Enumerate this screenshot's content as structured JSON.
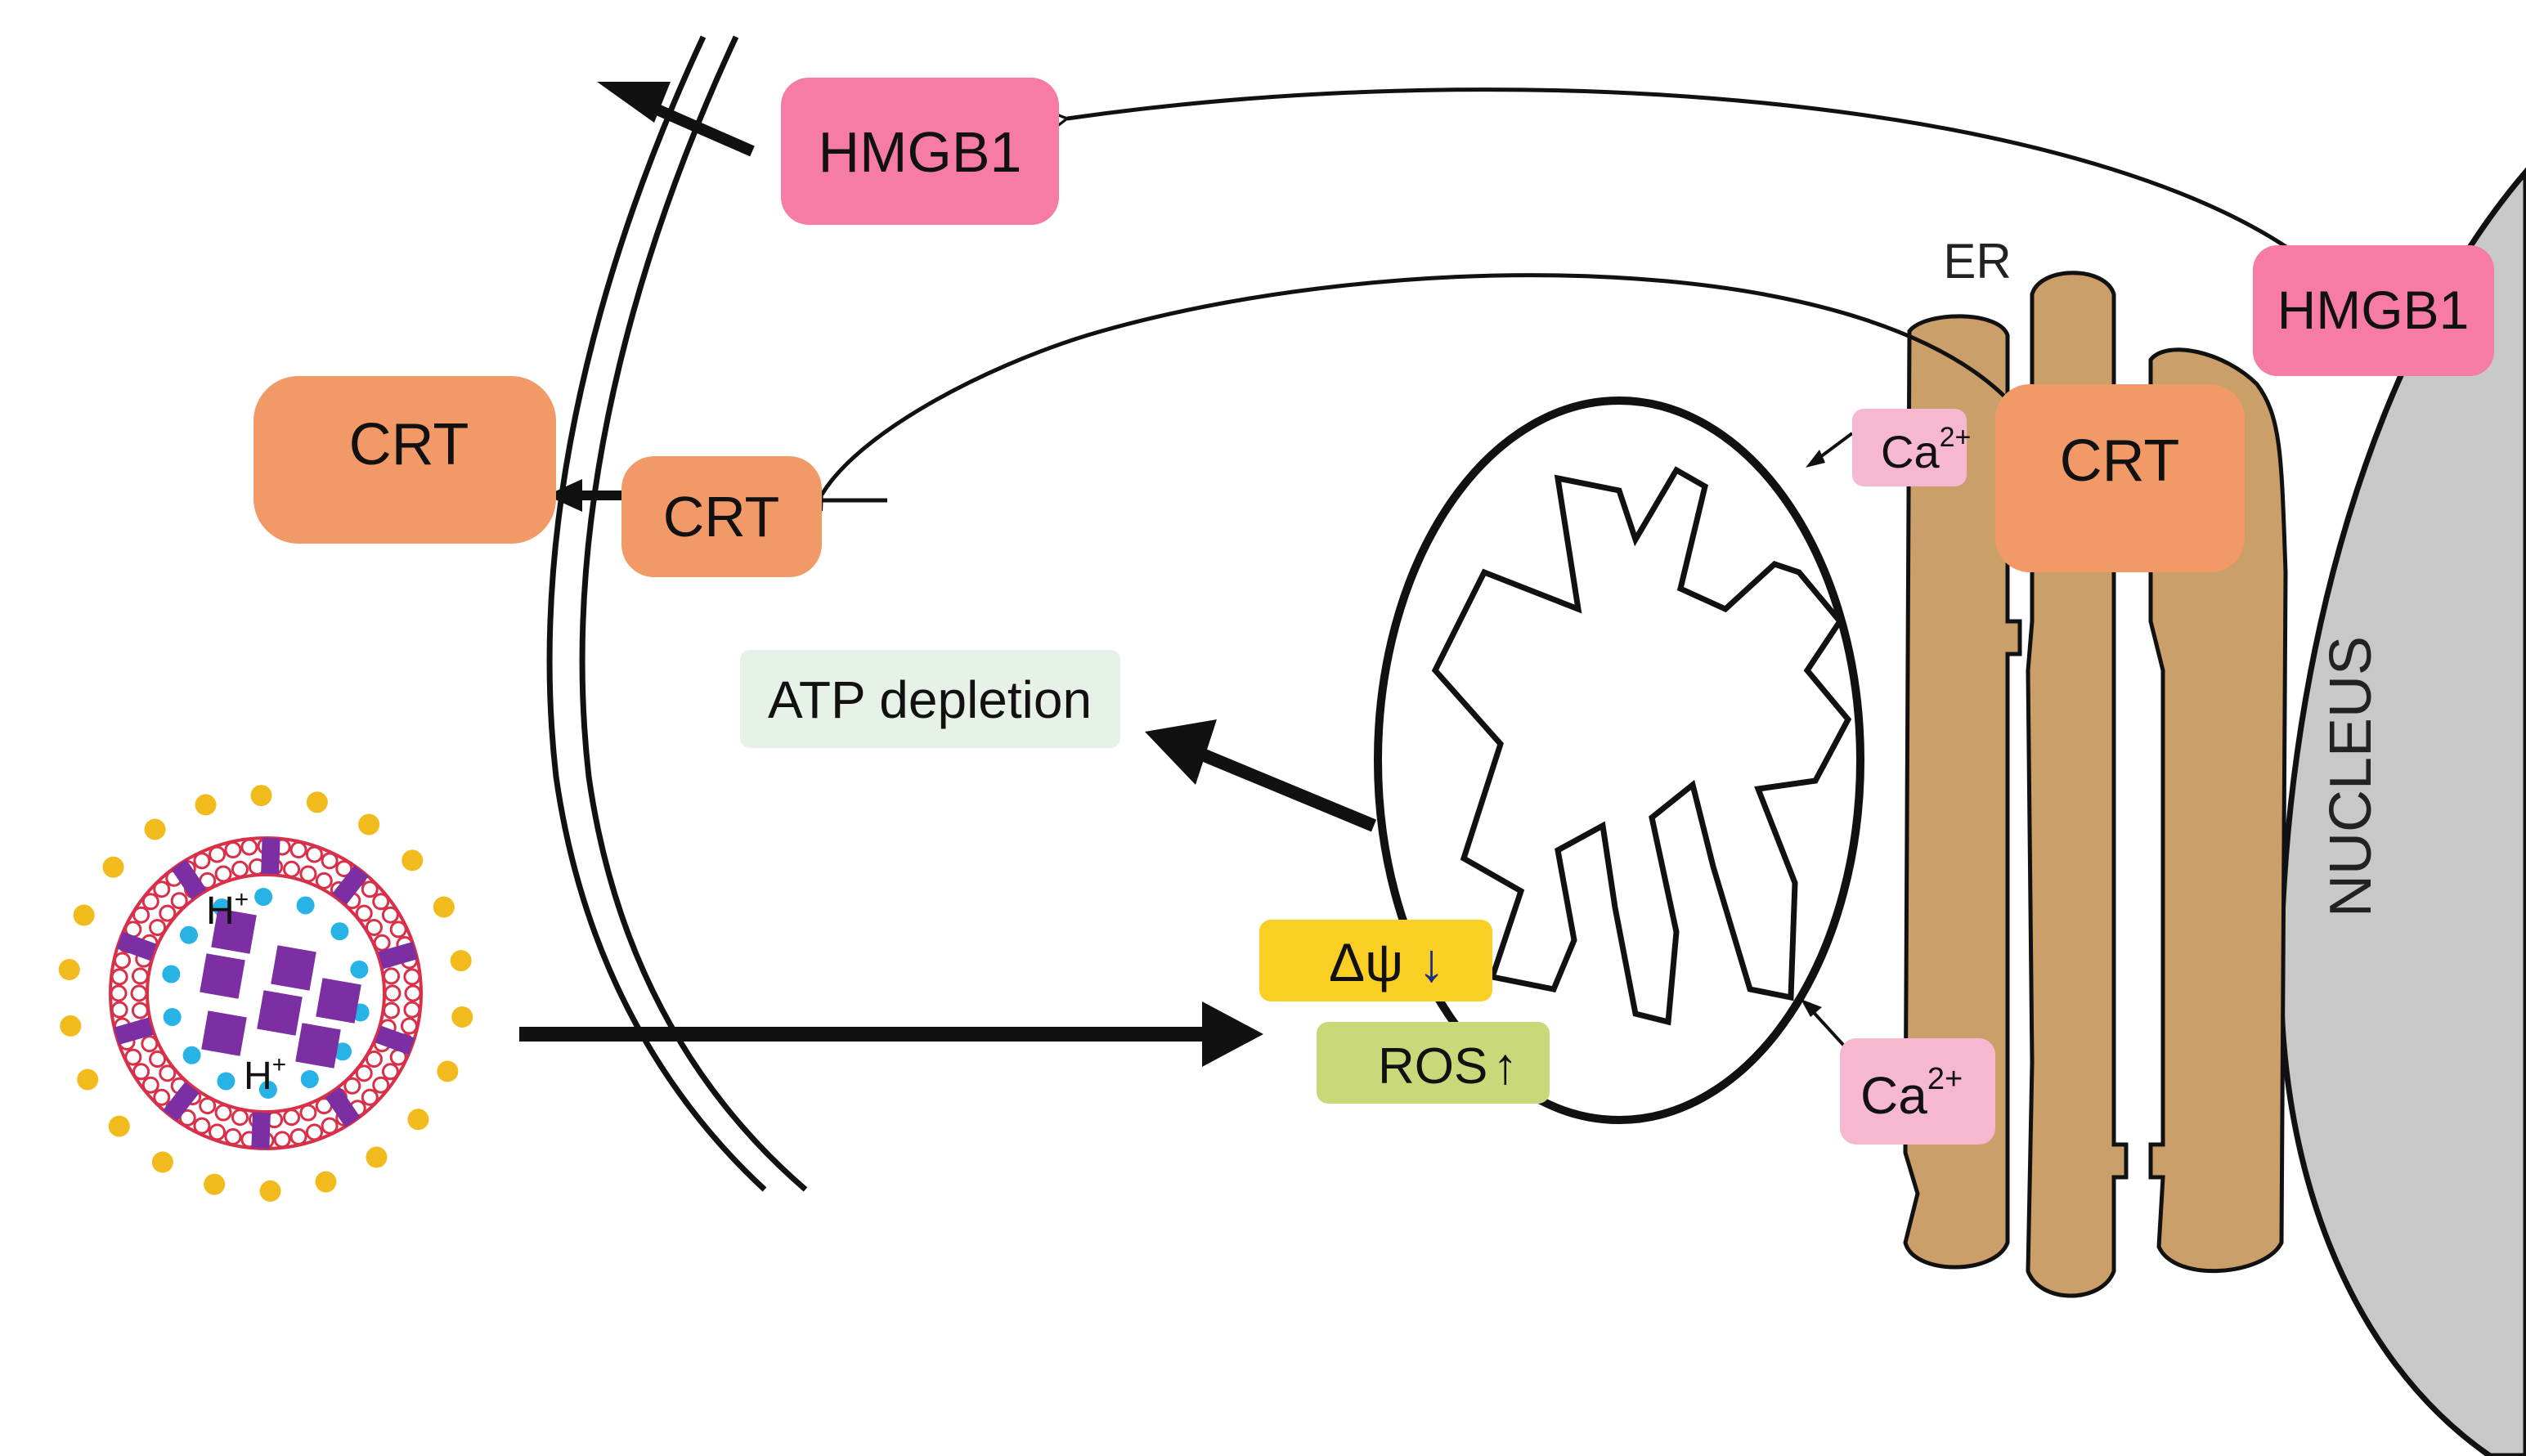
{
  "labels": {
    "hmgb1_outer": "HMGB1",
    "hmgb1_nuclear": "HMGB1",
    "er": "ER",
    "crt_surface": "CRT",
    "crt_membrane": "CRT",
    "crt_er": "CRT",
    "ca_top_base": "Ca",
    "ca_top_sup": "2+",
    "ca_bottom_base": "Ca",
    "ca_bottom_sup": "2+",
    "atp_depletion": "ATP depletion",
    "delta_psi": "Δψ",
    "delta_psi_arrow": "↓",
    "ros": "ROS",
    "ros_arrow": "↑",
    "nucleus": "NUCLEUS",
    "proton_top_base": "H",
    "proton_top_sup": "+",
    "proton_bottom_base": "H",
    "proton_bottom_sup": "+"
  },
  "colors": {
    "hmgb1_fill": "#f67ba5",
    "crt_fill": "#f19a68",
    "ca_fill": "#f6b8d1",
    "atp_fill": "#e6f1e8",
    "delta_psi_fill": "#f8cf22",
    "ros_fill": "#c9d97a",
    "er_fill": "#cb9f69",
    "nucleus_fill": "#c8c8c8",
    "liposome_ring": "#d9304a",
    "liposome_dot_outer": "#f2bb1d",
    "liposome_dot_inner": "#27b3e6",
    "liposome_drug": "#7b2fa3",
    "line": "#111111",
    "psi_arrow": "#1b2f8a"
  }
}
